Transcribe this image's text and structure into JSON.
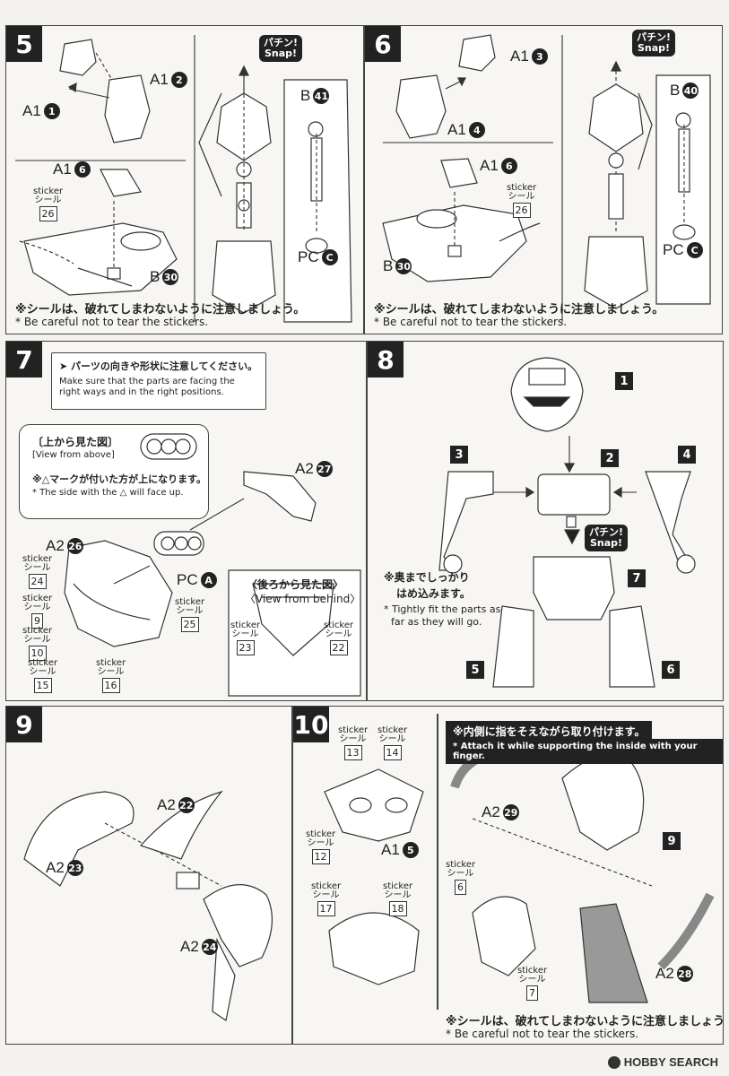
{
  "steps": {
    "s5": {
      "num": "5",
      "parts": {
        "a1_1": "A1",
        "a1_1n": "1",
        "a1_2": "A1",
        "a1_2n": "2",
        "a1_6": "A1",
        "a1_6n": "6",
        "b30": "B",
        "b30n": "30",
        "b41": "B",
        "b41n": "41",
        "pcc": "PC",
        "pccn": "C"
      },
      "sticker": {
        "en": "sticker",
        "jp": "シール",
        "num": "26"
      },
      "snap": {
        "jp": "パチン!",
        "en": "Snap!"
      },
      "note_jp": "※シールは、破れてしまわないように注意しましょう。",
      "note_en": "* Be careful not to tear the stickers."
    },
    "s6": {
      "num": "6",
      "parts": {
        "a1_3": "A1",
        "a1_3n": "3",
        "a1_4": "A1",
        "a1_4n": "4",
        "a1_6": "A1",
        "a1_6n": "6",
        "b30": "B",
        "b30n": "30",
        "b40": "B",
        "b40n": "40",
        "pcc": "PC",
        "pccn": "C"
      },
      "sticker": {
        "en": "sticker",
        "jp": "シール",
        "num": "26"
      },
      "snap": {
        "jp": "パチン!",
        "en": "Snap!"
      },
      "note_jp": "※シールは、破れてしまわないように注意しましょう。",
      "note_en": "* Be careful not to tear the stickers."
    },
    "s7": {
      "num": "7",
      "info_jp": "パーツの向きや形状に注意してください。",
      "info_en": "Make sure that the parts are facing the right ways and in the right positions.",
      "above_jp": "〔上から見た図〕",
      "above_en": "[View from above]",
      "triangle_jp": "※△マークが付いた方が上になります。",
      "triangle_en": "* The side with the △ will face up.",
      "behind_jp": "〈後ろから見た図〉",
      "behind_en": "〈View from behind〉",
      "parts": {
        "a2_26": "A2",
        "a2_26n": "26",
        "a2_27": "A2",
        "a2_27n": "27",
        "pca": "PC",
        "pcan": "A"
      },
      "sticker_en": "sticker",
      "sticker_jp": "シール",
      "stickers": [
        "24",
        "9",
        "10",
        "15",
        "16",
        "25",
        "23",
        "22"
      ]
    },
    "s8": {
      "num": "8",
      "squares": [
        "1",
        "2",
        "3",
        "4",
        "5",
        "6",
        "7"
      ],
      "snap": {
        "jp": "パチン!",
        "en": "Snap!"
      },
      "tight_jp1": "※奥までしっかり",
      "tight_jp2": "はめ込みます。",
      "tight_en1": "* Tightly fit the parts as",
      "tight_en2": "far as they will go."
    },
    "s9": {
      "num": "9",
      "parts": {
        "a2_22": "A2",
        "a2_22n": "22",
        "a2_23": "A2",
        "a2_23n": "23",
        "a2_24": "A2",
        "a2_24n": "24"
      }
    },
    "s10": {
      "num": "10",
      "bar_jp": "※内側に指をそえながら取り付けます。",
      "bar_en": "* Attach it while supporting the inside with your finger.",
      "parts": {
        "a1_5": "A1",
        "a1_5n": "5",
        "a2_29": "A2",
        "a2_29n": "29",
        "a2_28": "A2",
        "a2_28n": "28"
      },
      "sticker_en": "sticker",
      "sticker_jp": "シール",
      "stickers": [
        "13",
        "14",
        "12",
        "17",
        "18",
        "6",
        "7"
      ],
      "ref_square": "9",
      "note_jp": "※シールは、破れてしまわないように注意しましょう。",
      "note_en": "* Be careful not to tear the stickers."
    }
  },
  "watermark": "HOBBY SEARCH"
}
